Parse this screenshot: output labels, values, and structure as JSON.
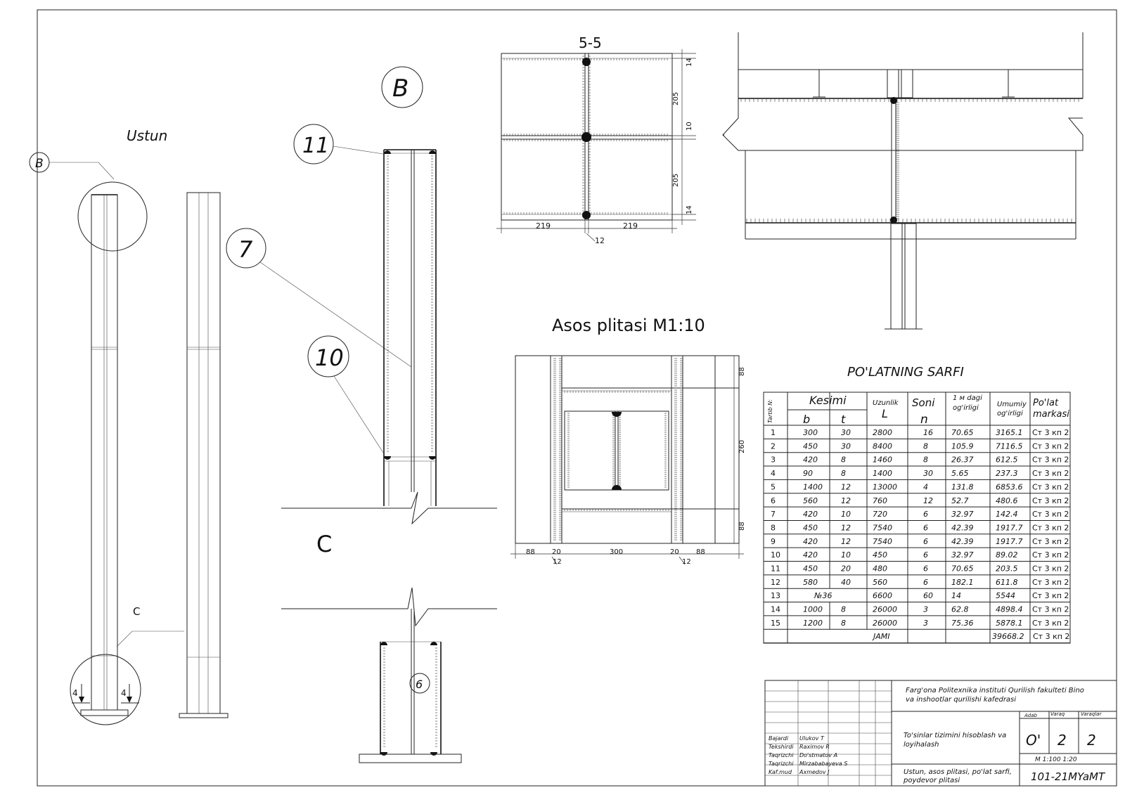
{
  "labels": {
    "ustun": "Ustun",
    "callout_b_small": "B",
    "callout_b_big": "B",
    "callout_c_small": "C",
    "callout_c_big": "C",
    "mark_11": "11",
    "mark_7": "7",
    "mark_10": "10",
    "mark_6": "6",
    "arrow_4_left": "4",
    "arrow_4_right": "4",
    "section_55": "5-5",
    "asos_title": "Asos plitasi M1:10"
  },
  "dims_55": {
    "left_w": "219",
    "right_w": "219",
    "web": "12",
    "top_fl": "14",
    "h1": "205",
    "mid": "10",
    "h2": "205",
    "bot_fl": "14"
  },
  "dims_asos": {
    "left_88": "88",
    "left_20": "20",
    "w300": "300",
    "right_20": "20",
    "right_88": "88",
    "left_12": "12",
    "right_12": "12",
    "top_88": "88",
    "h260": "260",
    "bot_88": "88"
  },
  "table": {
    "title": "PO'LATNING SARFI",
    "headers": {
      "no": "Tartib N:",
      "kesimi": "Kesimi",
      "b": "b",
      "t": "t",
      "uzunlik": "Uzunlik",
      "L": "L",
      "soni": "Soni",
      "n": "n",
      "bir_m": "1 м dagi og'irligi",
      "umumiy": "Umumiy og'irligi",
      "polat": "Po'lat markasi"
    },
    "rows": [
      {
        "no": "1",
        "b": "300",
        "t": "30",
        "L": "2800",
        "n": "16",
        "w1": "70.65",
        "wt": "3165.1",
        "mark": "Ст 3 кп 2"
      },
      {
        "no": "2",
        "b": "450",
        "t": "30",
        "L": "8400",
        "n": "8",
        "w1": "105.9",
        "wt": "7116.5",
        "mark": "Ст 3 кп 2"
      },
      {
        "no": "3",
        "b": "420",
        "t": "8",
        "L": "1460",
        "n": "8",
        "w1": "26.37",
        "wt": "612.5",
        "mark": "Ст 3 кп 2"
      },
      {
        "no": "4",
        "b": "90",
        "t": "8",
        "L": "1400",
        "n": "30",
        "w1": "5.65",
        "wt": "237.3",
        "mark": "Ст 3 кп 2"
      },
      {
        "no": "5",
        "b": "1400",
        "t": "12",
        "L": "13000",
        "n": "4",
        "w1": "131.8",
        "wt": "6853.6",
        "mark": "Ст 3 кп 2"
      },
      {
        "no": "6",
        "b": "560",
        "t": "12",
        "L": "760",
        "n": "12",
        "w1": "52.7",
        "wt": "480.6",
        "mark": "Ст 3 кп 2"
      },
      {
        "no": "7",
        "b": "420",
        "t": "10",
        "L": "720",
        "n": "6",
        "w1": "32.97",
        "wt": "142.4",
        "mark": "Ст 3 кп 2"
      },
      {
        "no": "8",
        "b": "450",
        "t": "12",
        "L": "7540",
        "n": "6",
        "w1": "42.39",
        "wt": "1917.7",
        "mark": "Ст 3 кп 2"
      },
      {
        "no": "9",
        "b": "420",
        "t": "12",
        "L": "7540",
        "n": "6",
        "w1": "42.39",
        "wt": "1917.7",
        "mark": "Ст 3 кп 2"
      },
      {
        "no": "10",
        "b": "420",
        "t": "10",
        "L": "450",
        "n": "6",
        "w1": "32.97",
        "wt": "89.02",
        "mark": "Ст 3 кп 2"
      },
      {
        "no": "11",
        "b": "450",
        "t": "20",
        "L": "480",
        "n": "6",
        "w1": "70.65",
        "wt": "203.5",
        "mark": "Ст 3 кп 2"
      },
      {
        "no": "12",
        "b": "580",
        "t": "40",
        "L": "560",
        "n": "6",
        "w1": "182.1",
        "wt": "611.8",
        "mark": "Ст 3 кп 2"
      },
      {
        "no": "13",
        "b": "№36",
        "t": "",
        "L": "6600",
        "n": "60",
        "w1": "14",
        "wt": "5544",
        "mark": "Ст 3 кп 2"
      },
      {
        "no": "14",
        "b": "1000",
        "t": "8",
        "L": "26000",
        "n": "3",
        "w1": "62.8",
        "wt": "4898.4",
        "mark": "Ст 3 кп 2"
      },
      {
        "no": "15",
        "b": "1200",
        "t": "8",
        "L": "26000",
        "n": "3",
        "w1": "75.36",
        "wt": "5878.1",
        "mark": "Ст 3 кп 2"
      }
    ],
    "total_label": "JAMI",
    "total_value": "39668.2",
    "total_mark": "Ст 3 кп 2"
  },
  "stamp": {
    "institute_line1": "Farg'ona Politexnika instituti Qurilish fakulteti Bino",
    "institute_line2": "va inshootlar qurilishi kafedrasi",
    "project_line1": "To'sinlar tizimini hisoblash va",
    "project_line2": "loyihalash",
    "sheet_line1": "Ustun, asos plitasi, po'lat sarfi,",
    "sheet_line2": "poydevor plitasi",
    "adab_label": "Adab",
    "varaq_label": "Varaq",
    "varaqlar_label": "Varaqlar",
    "adab_value": "O'",
    "varaq_value": "2",
    "varaqlar_value": "2",
    "scale": "M 1:100 1:20",
    "code": "101-21MYaMT",
    "people": [
      {
        "role": "Bajardi",
        "name": "Ulukov T"
      },
      {
        "role": "Tekshirdi",
        "name": "Raximov R"
      },
      {
        "role": "Taqrizchi",
        "name": "Do'stmatov A"
      },
      {
        "role": "Taqrizchi",
        "name": "Mirzababayeva S"
      },
      {
        "role": "Kaf.mud",
        "name": "Axmedov J"
      }
    ]
  }
}
